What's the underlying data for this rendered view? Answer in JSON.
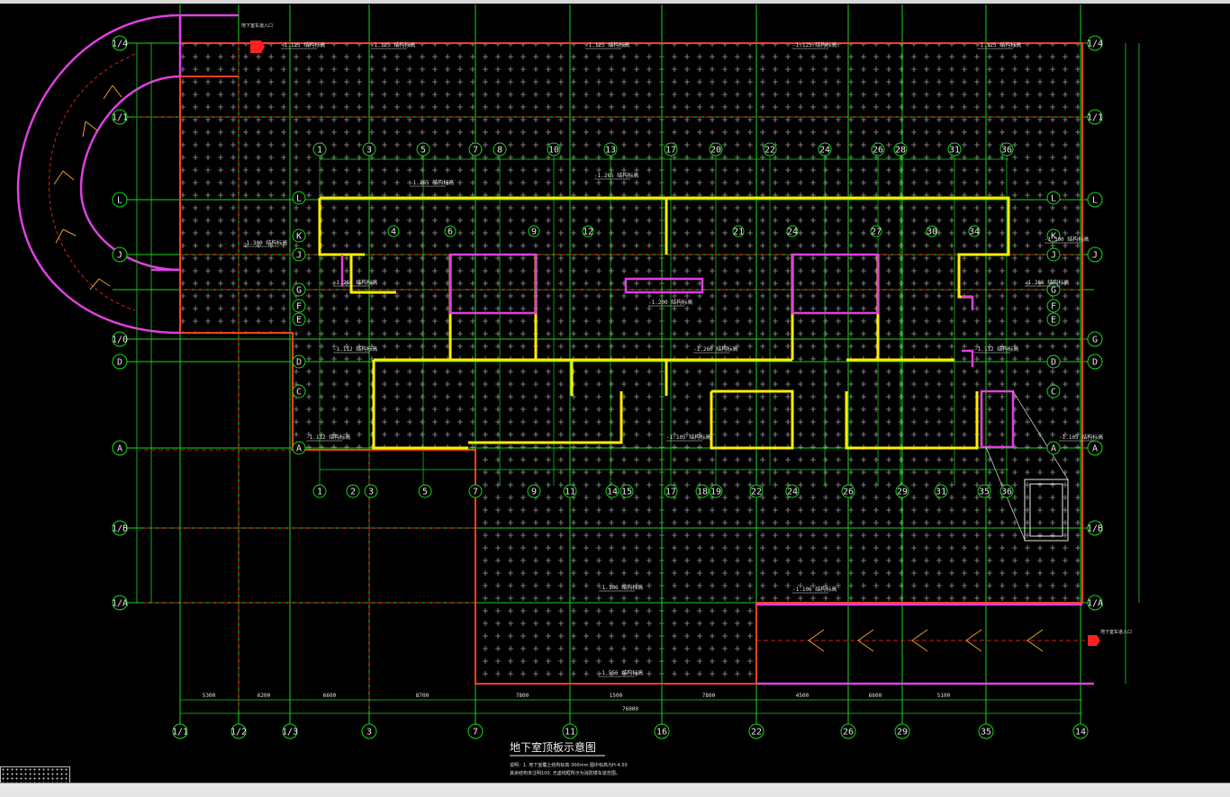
{
  "title": "地下室顶板示意图",
  "notes": [
    "说明：1. 地下室覆土结构标高-300mm    图中标高为H-4.50",
    "    其余结构未注明100, 无虚线框所示为消防楼车道范围。"
  ],
  "entry_label_top": "地下室车道入口",
  "entry_label_right": "地下室车道入口",
  "colors": {
    "grid": "#19d619",
    "wall": "#ffee00",
    "outline": "#ff4020",
    "ramp": "#e040e0"
  },
  "axes_bottom": [
    "1/1",
    "1/2",
    "1/3",
    "3",
    "7",
    "11",
    "16",
    "22",
    "26",
    "29",
    "35",
    "14"
  ],
  "axes_bottom_dims": [
    "5300",
    "6200",
    "6600",
    "8700",
    "7800",
    "1500",
    "7800",
    "4500",
    "6600",
    "5100"
  ],
  "axes_bottom_total": "76000",
  "axes_inner_top": [
    "1",
    "3",
    "5",
    "7",
    "8",
    "10",
    "13",
    "17",
    "20",
    "22",
    "24",
    "26",
    "28",
    "31",
    "36"
  ],
  "axes_inner_mid": [
    "4",
    "6",
    "9",
    "12",
    "21",
    "24",
    "27",
    "30",
    "34"
  ],
  "axes_inner_bottom": [
    "1",
    "2",
    "3",
    "5",
    "7",
    "9",
    "11",
    "14",
    "15",
    "17",
    "18",
    "19",
    "22",
    "24",
    "26",
    "29",
    "31",
    "35",
    "36"
  ],
  "axes_left": [
    "1/4",
    "1/1",
    "L",
    "J",
    "1/0",
    "D",
    "A",
    "1/B",
    "1/A"
  ],
  "axes_right": [
    "1/4",
    "1/1",
    "L",
    "J",
    "G",
    "D",
    "A",
    "1/B",
    "1/A"
  ],
  "axes_inner_left": [
    "L",
    "K",
    "J",
    "G",
    "F",
    "E",
    "D",
    "C",
    "A"
  ],
  "axes_inner_right": [
    "L",
    "K",
    "J",
    "G",
    "F",
    "E",
    "D",
    "C",
    "A"
  ],
  "elevations": [
    "-1.125",
    "-1.125",
    "-1.125",
    "-1.125",
    "-1.125",
    "-1.265",
    "-1.265",
    "-1.300",
    "-1.300",
    "-1.260",
    "-1.266",
    "-1.200",
    "-1.260",
    "-1.112",
    "-1.112",
    "-1.112",
    "-1.105",
    "-1.105",
    "-1.106",
    "-1.106",
    "-1.556"
  ],
  "elev_suffix": "结构标高"
}
